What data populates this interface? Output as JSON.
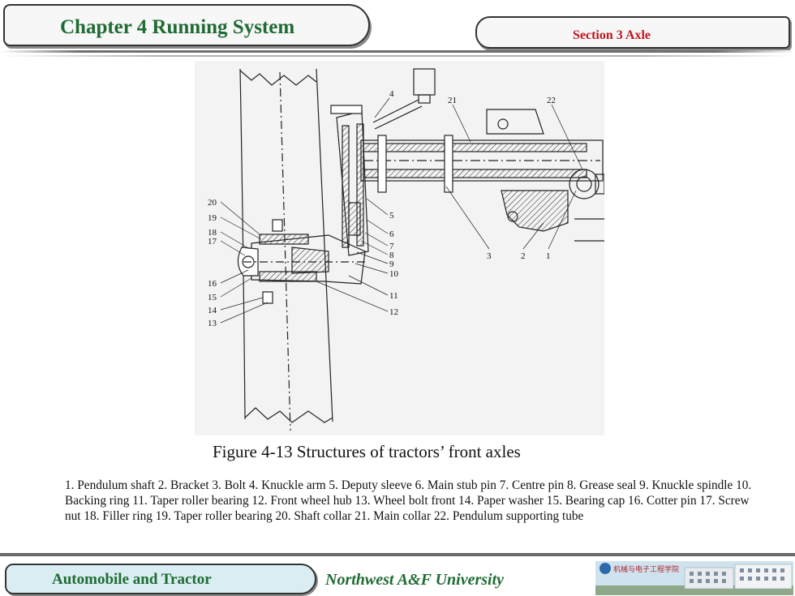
{
  "header": {
    "chapter_title": "Chapter 4 Running System",
    "section_title": "Section 3  Axle"
  },
  "figure": {
    "caption": "Figure 4-13 Structures of tractors’ front axles",
    "callouts": [
      "4",
      "21",
      "22",
      "20",
      "19",
      "18",
      "17",
      "5",
      "6",
      "7",
      "8",
      "9",
      "10",
      "16",
      "11",
      "15",
      "14",
      "12",
      "13",
      "3",
      "2",
      "1"
    ]
  },
  "legend_text": "1. Pendulum shaft   2. Bracket   3. Bolt   4. Knuckle arm   5. Deputy sleeve   6. Main stub pin   7. Centre pin   8. Grease seal   9. Knuckle spindle   10. Backing ring   11. Taper roller bearing   12. Front wheel hub  13. Wheel bolt front   14. Paper washer   15. Bearing cap   16. Cotter pin   17. Screw nut   18. Filler ring   19. Taper roller bearing   20. Shaft collar   21. Main collar   22. Pendulum supporting tube",
  "footer": {
    "left_label": "Automobile and Tractor",
    "right_label": "Northwest  A&F  University",
    "banner_text": "机械与电子工程学院"
  },
  "colors": {
    "title_green": "#1f6b33",
    "section_red": "#c0161f",
    "footer_tab_bg": "#d9edf2"
  }
}
